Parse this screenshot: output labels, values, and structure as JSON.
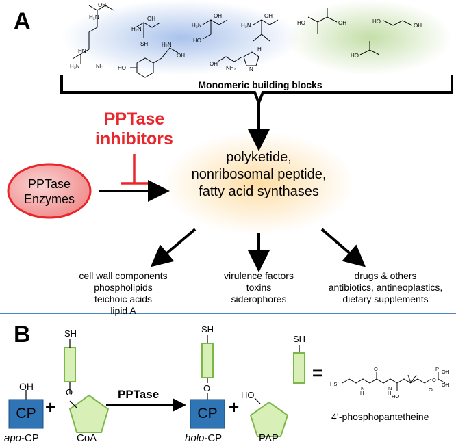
{
  "panelA": {
    "letter": "A",
    "building_blocks_label": "Monomeric building blocks",
    "inhibitor_line1": "PPTase",
    "inhibitor_line2": "inhibitors",
    "enzyme_line1": "PPTase",
    "enzyme_line2": "Enzymes",
    "synthase_line1": "polyketide,",
    "synthase_line2": "nonribosomal peptide,",
    "synthase_line3": "fatty acid synthases",
    "products": [
      {
        "title": "cell wall components",
        "items": [
          "phospholipids",
          "teichoic acids",
          "lipid A"
        ]
      },
      {
        "title": "virulence factors",
        "items": [
          "toxins",
          "siderophores"
        ]
      },
      {
        "title": "drugs & others",
        "items": [
          "antibiotics, antineoplastics,",
          "dietary supplements"
        ]
      }
    ],
    "colors": {
      "red": "#e8262b",
      "enzyme_fill": "#f3a3a3",
      "amino_glow": "#b8cdee",
      "acid_glow": "#cfe3b8",
      "synthase_glow": "#fde6b6"
    }
  },
  "panelB": {
    "letter": "B",
    "oh": "OH",
    "cp": "CP",
    "apo_prefix": "apo",
    "apo_suffix": "-CP",
    "plus": "+",
    "sh": "SH",
    "o": "O",
    "coa": "CoA",
    "pptase": "PPTase",
    "holo_prefix": "holo",
    "holo_suffix": "-CP",
    "ho": "HO",
    "pap": "PAP",
    "equals": "=",
    "ppant_label": "4’-phosphopantetheine",
    "colors": {
      "cp_fill": "#2f74b5",
      "green_fill": "#d8efb8",
      "green_stroke": "#7ab648",
      "divider": "#4a86c5"
    }
  }
}
